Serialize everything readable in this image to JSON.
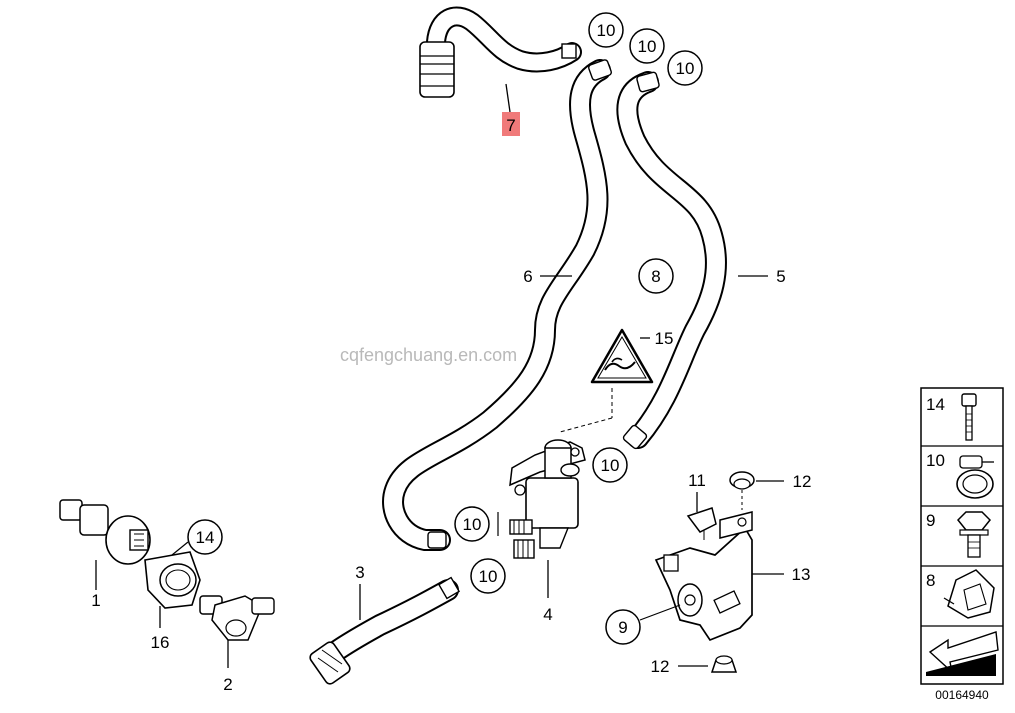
{
  "diagram": {
    "labels": {
      "p7": "7",
      "p6": "6",
      "p5": "5",
      "p15": "15",
      "p3": "3",
      "p4": "4",
      "p1": "1",
      "p16": "16",
      "p2": "2",
      "p11": "11",
      "p12a": "12",
      "p12b": "12",
      "p13": "13"
    },
    "circles": {
      "c10a": "10",
      "c10b": "10",
      "c10c": "10",
      "c8": "8",
      "c10d": "10",
      "c10e": "10",
      "c10f": "10",
      "c14": "14",
      "c9": "9"
    },
    "watermark": "cqfengchuang.en.com",
    "legend": {
      "items": [
        {
          "num": "14",
          "icon": "bolt-icon"
        },
        {
          "num": "10",
          "icon": "hose-clamp-icon"
        },
        {
          "num": "9",
          "icon": "hex-bolt-icon"
        },
        {
          "num": "8",
          "icon": "clip-icon"
        }
      ],
      "arrow_icon": "arrow-icon"
    },
    "code": "00164940",
    "colors": {
      "highlight": "#f07a7a",
      "line": "#000000",
      "watermark": "#b9b9b9"
    }
  }
}
